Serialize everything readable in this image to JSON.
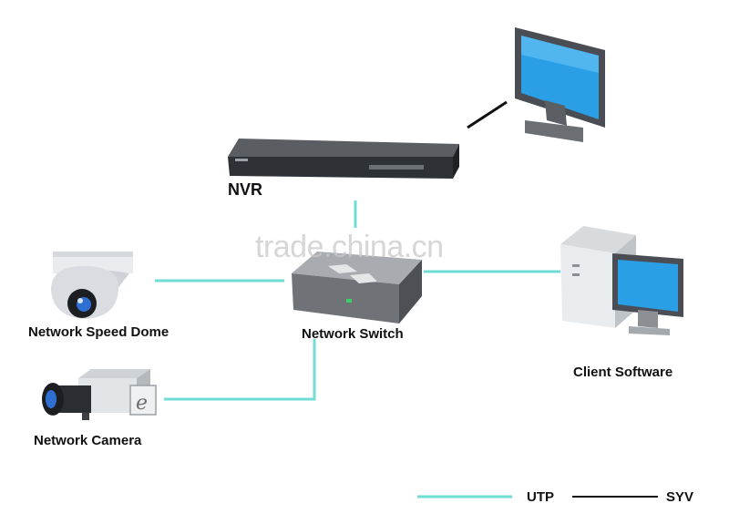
{
  "colors": {
    "utp": "#6fdcd6",
    "syv": "#111111",
    "screen": "#2a9fe6",
    "device_dark": "#3b3f44",
    "device_gray": "#8c9095"
  },
  "labels": {
    "nvr": "NVR",
    "switch": "Network Switch",
    "dome": "Network Speed Dome",
    "camera": "Network Camera",
    "client": "Client Software"
  },
  "legend": {
    "utp": "UTP",
    "syv": "SYV"
  },
  "watermark": "trade.china.cn",
  "icons": [
    "monitor-icon",
    "nvr-recorder-icon",
    "network-switch-icon",
    "speed-dome-camera-icon",
    "box-camera-icon",
    "client-pc-icon"
  ]
}
